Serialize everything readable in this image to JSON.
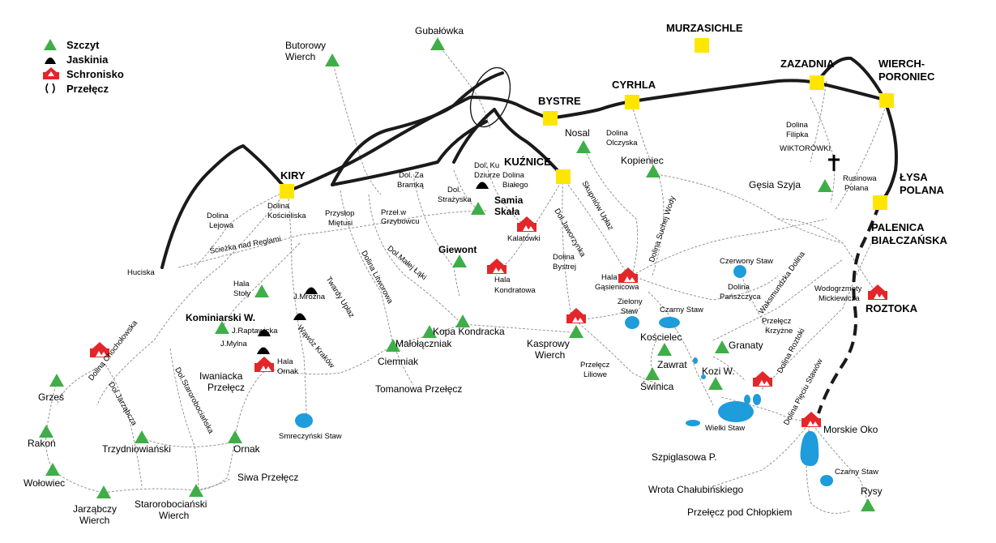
{
  "legend": {
    "peak": "Szczyt",
    "cave": "Jaskinia",
    "shelter": "Schronisko",
    "pass": "Przełęcz"
  },
  "colors": {
    "road": "#000000",
    "trail": "#7a7a7a",
    "peak": "#3fae49",
    "shelter": "#e3262a",
    "town": "#ffe600",
    "lake": "#1e9cdc",
    "cave": "#000000"
  },
  "towns": {
    "murzasichle": "MURZASICHLE",
    "zazadnia": "ZAZADNIA",
    "wierch_poroniec_1": "WIERCH-",
    "wierch_poroniec_2": "PORONIEC",
    "cyrhla": "CYRHLA",
    "bystre": "BYSTRE",
    "kiry": "KIRY",
    "kuznice": "KUŹNICE",
    "lysa_polana_1": "ŁYSA",
    "lysa_polana_2": "POLANA",
    "palenica_1": "PALENICA",
    "palenica_2": "BIAŁCZAŃSKA",
    "roztoka": "ROZTOKA"
  },
  "peaks": {
    "gubalowka": "Gubałówka",
    "butorowy_1": "Butorowy",
    "butorowy_2": "Wierch",
    "nosal": "Nosal",
    "kopieniec": "Kopieniec",
    "samia_skala_1": "Samia",
    "samia_skala_2": "Skała",
    "giewont": "Giewont",
    "kominiarski": "Kominiarski W.",
    "kopa_kondracka": "Kopa Kondracka",
    "malolaczniak": "Małołączniak",
    "ciemniak": "Ciemniak",
    "kasprowy_1": "Kasprowy",
    "kasprowy_2": "Wierch",
    "koscielec": "Kościelec",
    "granaty": "Granaty",
    "zawrat": "Zawrat",
    "kozi": "Kozi W.",
    "swinica": "Świnica",
    "grzes": "Grześ",
    "rakon": "Rakoń",
    "wolowiec": "Wołowiec",
    "trzydniowianski": "Trzydniowiański",
    "ornak": "Ornak",
    "jarzabczy_1": "Jarząbczy",
    "jarzabczy_2": "Wierch",
    "starorobocianski_1": "Starorobociański",
    "starorobocianski_2": "Wierch",
    "rysy": "Rysy",
    "gesia_szyja": "Gęsia Szyja",
    "hala_stoly_1": "Hala",
    "hala_stoly_2": "Stoły"
  },
  "shelters": {
    "kalatowki": "Kalatówki",
    "hala_kondratowa_1": "Hala",
    "hala_kondratowa_2": "Kondratowa",
    "hala_gasienicowa_1": "Hala",
    "hala_gasienicowa_2": "Gąsienicowa",
    "hala_ornak_1": "Hala",
    "hala_ornak_2": "Ornak",
    "morskie_oko": "Morskie Oko"
  },
  "passes": {
    "iwaniacka_1": "Iwaniacka",
    "iwaniacka_2": "Przełęcz",
    "tomanowa": "Tomanowa Przełęcz",
    "siwa": "Siwa Przełęcz",
    "szpiglasowa": "Szpiglasowa P.",
    "wrota": "Wrota Chałubińskiego",
    "chlopek": "Przełęcz pod Chłopkiem",
    "lilowe_1": "Przełęcz",
    "lilowe_2": "Liliowe",
    "krzyzne_1": "Przełęcz",
    "krzyzne_2": "Krzyżne",
    "przyslop_1": "Przysłop",
    "przyslop_2": "Miętusi",
    "grzybowiec_1": "Przeł.w",
    "grzybowiec_2": "Grzybowcu"
  },
  "valleys": {
    "koscieliska_1": "Dolina",
    "koscieliska_2": "Kościeliska",
    "lejowa_1": "Dolina",
    "lejowa_2": "Lejowa",
    "za_bramka_1": "Dol. Za",
    "za_bramka_2": "Bramką",
    "strazyska_1": "Dol.",
    "strazyska_2": "Strażyska",
    "ku_dzurze_1": "Dol. Ku",
    "ku_dzurze_2": "Dziurze",
    "bialego_1": "Dolina",
    "bialego_2": "Białego",
    "olczyska_1": "Dolina",
    "olczyska_2": "Olczyska",
    "filipka_1": "Dolina",
    "filipka_2": "Filipka",
    "wiktorowki": "WIKTORÓWKI",
    "rusinowa_1": "Rusinowa",
    "rusinowa_2": "Polana",
    "jaworzynka": "Dol.Jaworzynka",
    "skupniow": "Skupniów Upłaz",
    "suchej_wody": "Dolina Suchej Wody",
    "bystrej_1": "Dolina",
    "bystrej_2": "Bystrej",
    "malej_laki": "Dol.Małej Łąki",
    "litworowa": "Dolina Litworowa",
    "twardy_uplaz": "Twardy Upłaz",
    "sciezka": "Ścieżka nad Reglami",
    "huciska": "Huciska",
    "chocholowska": "Dolina Chochołowska",
    "jarzabcza": "Dol.Jarząbcza",
    "starorobocianska": "Dol.Starorobociańska",
    "wawoz": "Wąwóz Kraków",
    "waksmundzka": "Waksmundzka Dolina",
    "panszczyca_1": "Dolina",
    "panszczyca_2": "Pańszczyca",
    "roztoki": "Dolina Roztoki",
    "pieciu_stawow": "Dolina Pięciu Stawów",
    "wodogrzmoty_1": "Wodogrzmoty",
    "wodogrzmoty_2": "Mickiewicza"
  },
  "caves": {
    "mrozna": "J.Mroźna",
    "raptawicka": "J.Raptawicka",
    "mylna": "J.Mylna"
  },
  "lakes": {
    "smreczynski": "Smreczyński Staw",
    "czerwony": "Czerwony Staw",
    "zielony_1": "Zielony",
    "zielony_2": "Staw",
    "czarny": "Czarny Staw",
    "wielki": "Wielki Staw",
    "czarny_rysy": "Czarny Staw"
  }
}
